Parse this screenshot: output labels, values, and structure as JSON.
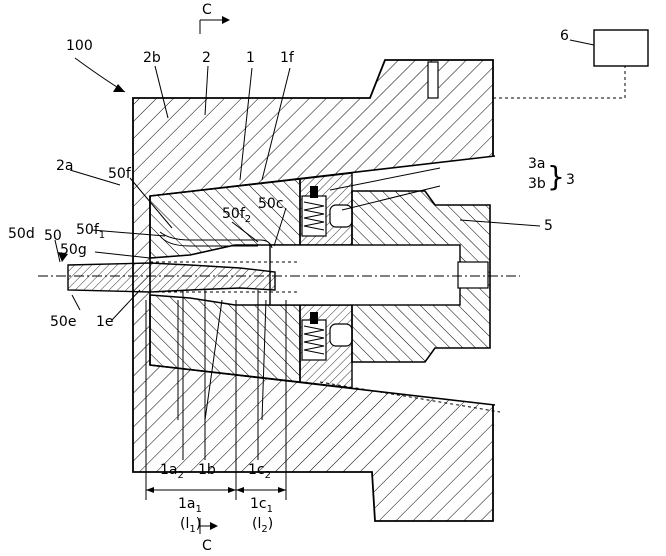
{
  "figure": {
    "labels": {
      "ref_100": "100",
      "ref_6": "6",
      "ref_2b": "2b",
      "ref_2": "2",
      "ref_1": "1",
      "ref_1f": "1f",
      "ref_2a": "2a",
      "ref_50f": "50f",
      "ref_3a": "3a",
      "ref_3b": "3b",
      "ref_3": "3",
      "ref_50c": "50c",
      "ref_50": "50",
      "ref_50d": "50d",
      "ref_50g": "50g",
      "ref_50e": "50e",
      "ref_1e": "1e",
      "ref_5": "5",
      "ref_1b": "1b",
      "section_c": "C"
    },
    "sub_labels": {
      "f1": {
        "main": "50f",
        "sub": "1"
      },
      "f2": {
        "main": "50f",
        "sub": "2"
      },
      "a2": {
        "main": "1a",
        "sub": "2"
      },
      "c2": {
        "main": "1c",
        "sub": "2"
      },
      "a1": {
        "main": "1a",
        "sub": "1"
      },
      "c1": {
        "main": "1c",
        "sub": "1"
      },
      "l1": {
        "open": "(",
        "main": "l",
        "sub": "1",
        "close": ")"
      },
      "l2": {
        "open": "(",
        "main": "l",
        "sub": "2",
        "close": ")"
      }
    }
  }
}
